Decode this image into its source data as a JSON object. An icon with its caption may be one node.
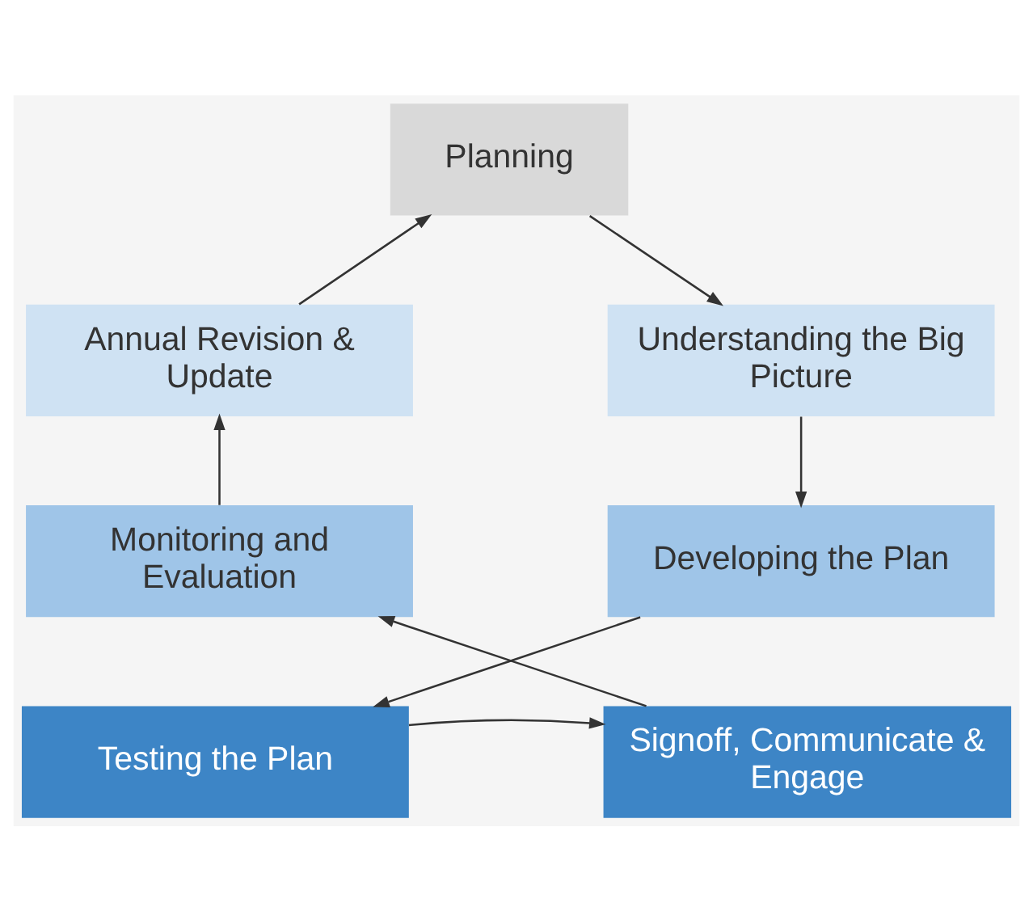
{
  "diagram": {
    "nodes": [
      {
        "text": [
          "Planning"
        ]
      },
      {
        "text": [
          "Understanding the Big Picture"
        ]
      },
      {
        "text": [
          "Developing the Plan"
        ]
      },
      {
        "text": [
          "Testing the Plan"
        ]
      },
      {
        "text": [
          "Signoff, Communicate & Engage"
        ]
      },
      {
        "text": [
          "Monitoring and Evaluation"
        ]
      },
      {
        "text": [
          "Annual Revision & Update"
        ]
      }
    ],
    "edges": [
      {
        "from": 0,
        "to": 1,
        "arrow": "to"
      },
      {
        "from": 1,
        "to": 2,
        "arrow": "to"
      },
      {
        "from": 2,
        "to": 3,
        "arrow": "to"
      },
      {
        "from": 3,
        "to": 4,
        "arrow": "to"
      },
      {
        "from": 4,
        "to": 5,
        "arrow": "to"
      },
      {
        "from": 5,
        "to": 6,
        "arrow": "to"
      },
      {
        "from": 6,
        "to": 0,
        "arrow": "to"
      }
    ]
  }
}
